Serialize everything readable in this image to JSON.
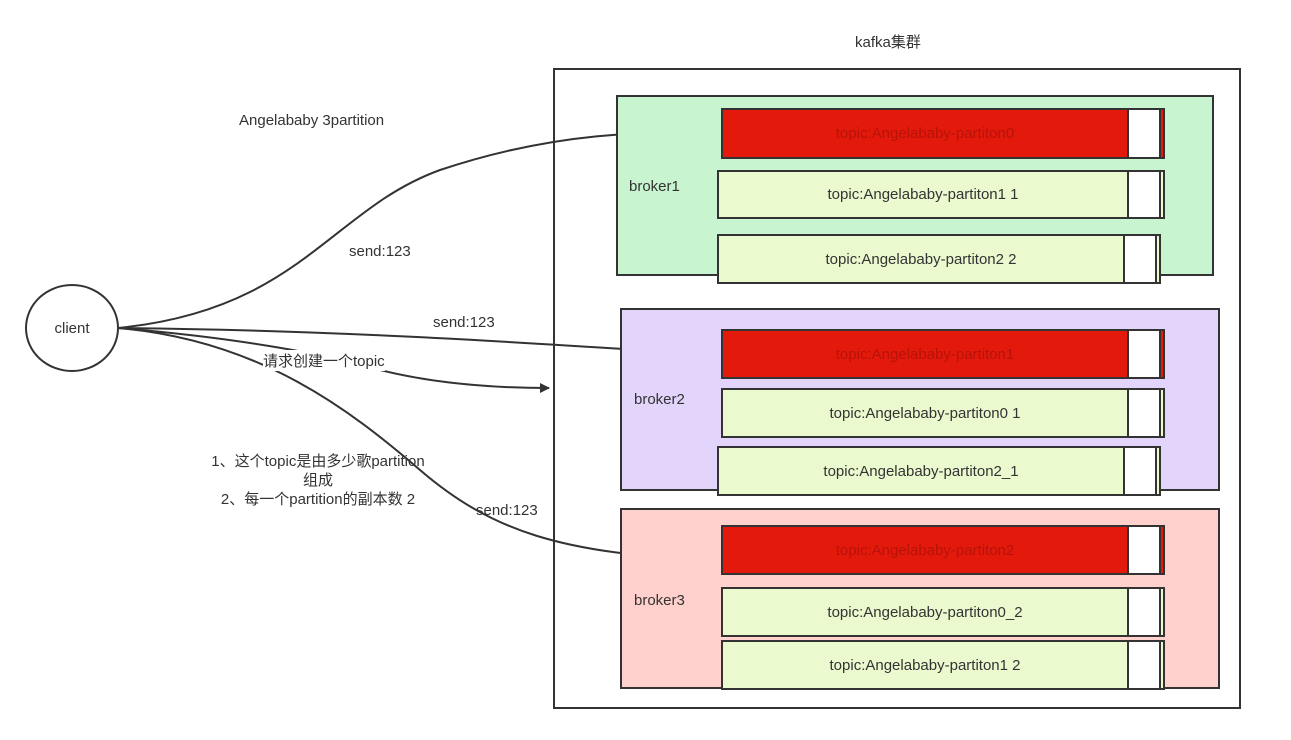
{
  "cluster": {
    "title": "kafka集群"
  },
  "topic_label": "Angelababy 3partition",
  "client": {
    "label": "client"
  },
  "edges": {
    "send1": "send:123",
    "send2": "send:123",
    "send3": "send:123",
    "create": "请求创建一个topic"
  },
  "note": {
    "line1": "1、这个topic是由多少歌partition",
    "line2": "组成",
    "line3": "2、每一个partition的副本数 2"
  },
  "brokers": [
    {
      "name": "broker1",
      "color": "#c8f5cf",
      "partitions": [
        {
          "label": "topic:Angelababy-partiton0",
          "role": "leader"
        },
        {
          "label": "topic:Angelababy-partiton1  1",
          "role": "replica"
        },
        {
          "label": "topic:Angelababy-partiton2  2",
          "role": "replica"
        }
      ]
    },
    {
      "name": "broker2",
      "color": "#e2d4fb",
      "partitions": [
        {
          "label": "topic:Angelababy-partiton1",
          "role": "leader"
        },
        {
          "label": "topic:Angelababy-partiton0  1",
          "role": "replica"
        },
        {
          "label": "topic:Angelababy-partiton2_1",
          "role": "replica"
        }
      ]
    },
    {
      "name": "broker3",
      "color": "#ffd0cc",
      "partitions": [
        {
          "label": "topic:Angelababy-partiton2",
          "role": "leader"
        },
        {
          "label": "topic:Angelababy-partiton0_2",
          "role": "replica"
        },
        {
          "label": "topic:Angelababy-partiton1  2",
          "role": "replica"
        }
      ]
    }
  ],
  "colors": {
    "leader": "#e31a0b",
    "replica": "#ebf9cf",
    "stroke": "#333333"
  }
}
